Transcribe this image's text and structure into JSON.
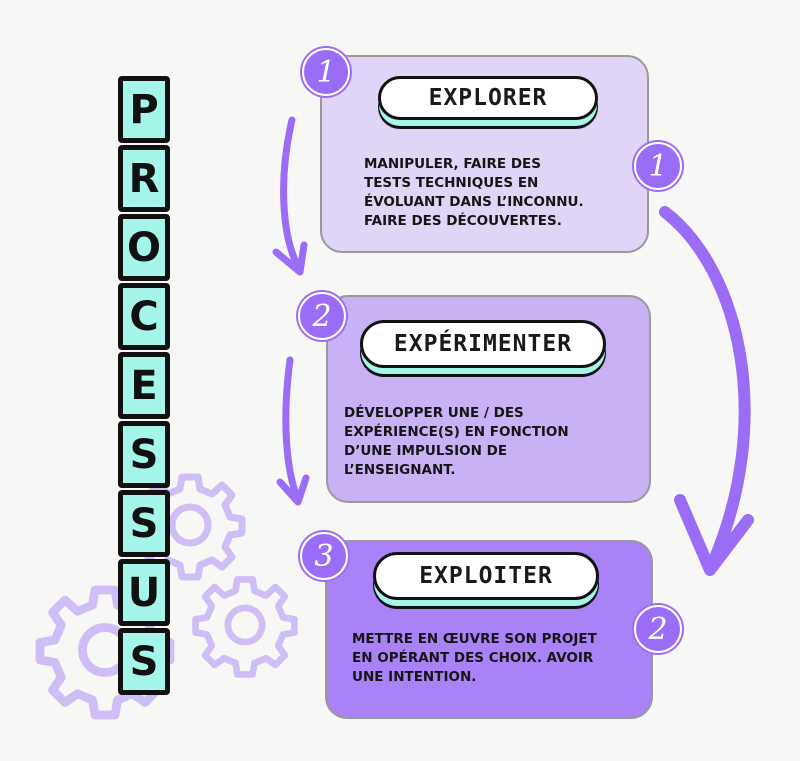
{
  "title": {
    "letters": [
      "P",
      "R",
      "O",
      "C",
      "E",
      "S",
      "S",
      "U",
      "S"
    ],
    "text": "PROCESSUS"
  },
  "colors": {
    "accent": "#9b6cf5",
    "mint": "#a6f5ea",
    "box1": "#e0d5f6",
    "box2": "#c9b1f6",
    "box3": "#a882f6"
  },
  "steps": [
    {
      "badge": "1",
      "side_badge": "1",
      "heading": "EXPLORER",
      "lines": [
        "Manipuler, faire des",
        "tests techniques en",
        "évoluant dans l’inconnu.",
        "Faire des découvertes."
      ]
    },
    {
      "badge": "2",
      "heading": "EXPÉRIMENTER",
      "lines": [
        "Développer une / des",
        "expérience(s) en fonction",
        "d’une impulsion de",
        "l’enseignant."
      ]
    },
    {
      "badge": "3",
      "side_badge": "2",
      "heading": "EXPLOITER",
      "lines": [
        "Mettre en œuvre son projet",
        "en opérant des choix. Avoir",
        "une intention."
      ]
    }
  ]
}
